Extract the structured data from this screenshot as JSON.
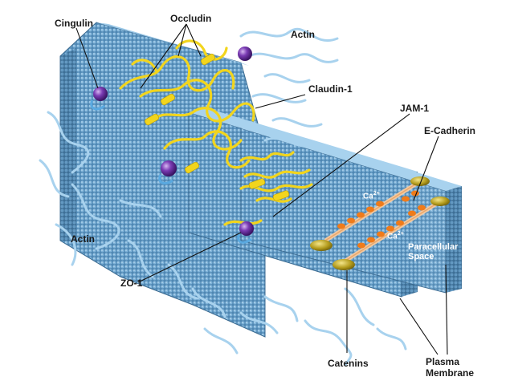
{
  "labels": {
    "cingulin": "Cingulin",
    "occludin": "Occludin",
    "actin_top": "Actin",
    "claudin": "Claudin-1",
    "jam": "JAM-1",
    "ecadherin": "E-Cadherin",
    "actin_left": "Actin",
    "zo1": "ZO-1",
    "catenins": "Catenins",
    "paracellular_line1": "Paracellular",
    "paracellular_line2": "Space",
    "plasma_line1": "Plasma",
    "plasma_line2": "Membrane",
    "ca_ion": "Ca",
    "ca_charge": "2+"
  },
  "colors": {
    "membrane": "#5b93bd",
    "membrane_dark": "#3f7199",
    "membrane_light": "#8fbfe0",
    "protein_yellow": "#f2d51d",
    "protein_orange": "#f07b1a",
    "sphere_purple": "#6a2fa0",
    "actin_filament": "#a8d2ee",
    "leader_line": "#111111"
  }
}
